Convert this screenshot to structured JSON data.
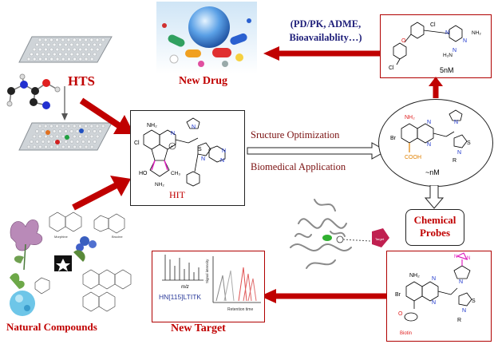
{
  "labels": {
    "hts": "HTS",
    "new_drug": "New Drug",
    "pdpk": "(PD/PK, ADME,",
    "bioavail": "Bioavailablity…)",
    "five_nm": "5nM",
    "hit": "HIT",
    "structure_opt": "Sructure Optimization",
    "biomedical": "Biomedical Application",
    "nM": "~nM",
    "chemical_probes_1": "Chemical",
    "chemical_probes_2": "Probes",
    "natural_compounds": "Natural Compounds",
    "new_target": "New Target"
  },
  "ms_panel": {
    "mz_label": "m/z",
    "signal_label": "Signal intensity",
    "retention_label": "Retention time",
    "peptide": "HN[115]LTITK"
  },
  "molecule_labels": {
    "nh2": "NH₂",
    "nh2_plain": "NH2",
    "cl": "Cl",
    "br": "Br",
    "n": "N",
    "s": "S",
    "o": "O",
    "r": "R",
    "ho": "HO",
    "ch3": "CH₃",
    "cooh": "COOH",
    "biotin": "Biotin",
    "nh": "NH"
  },
  "colors": {
    "arrow_red": "#c00000",
    "box_border": "#b00000",
    "navy": "#1f1f7a",
    "magenta": "#e020c0",
    "orange": "#e08000",
    "blue_n": "#1a33cc"
  }
}
